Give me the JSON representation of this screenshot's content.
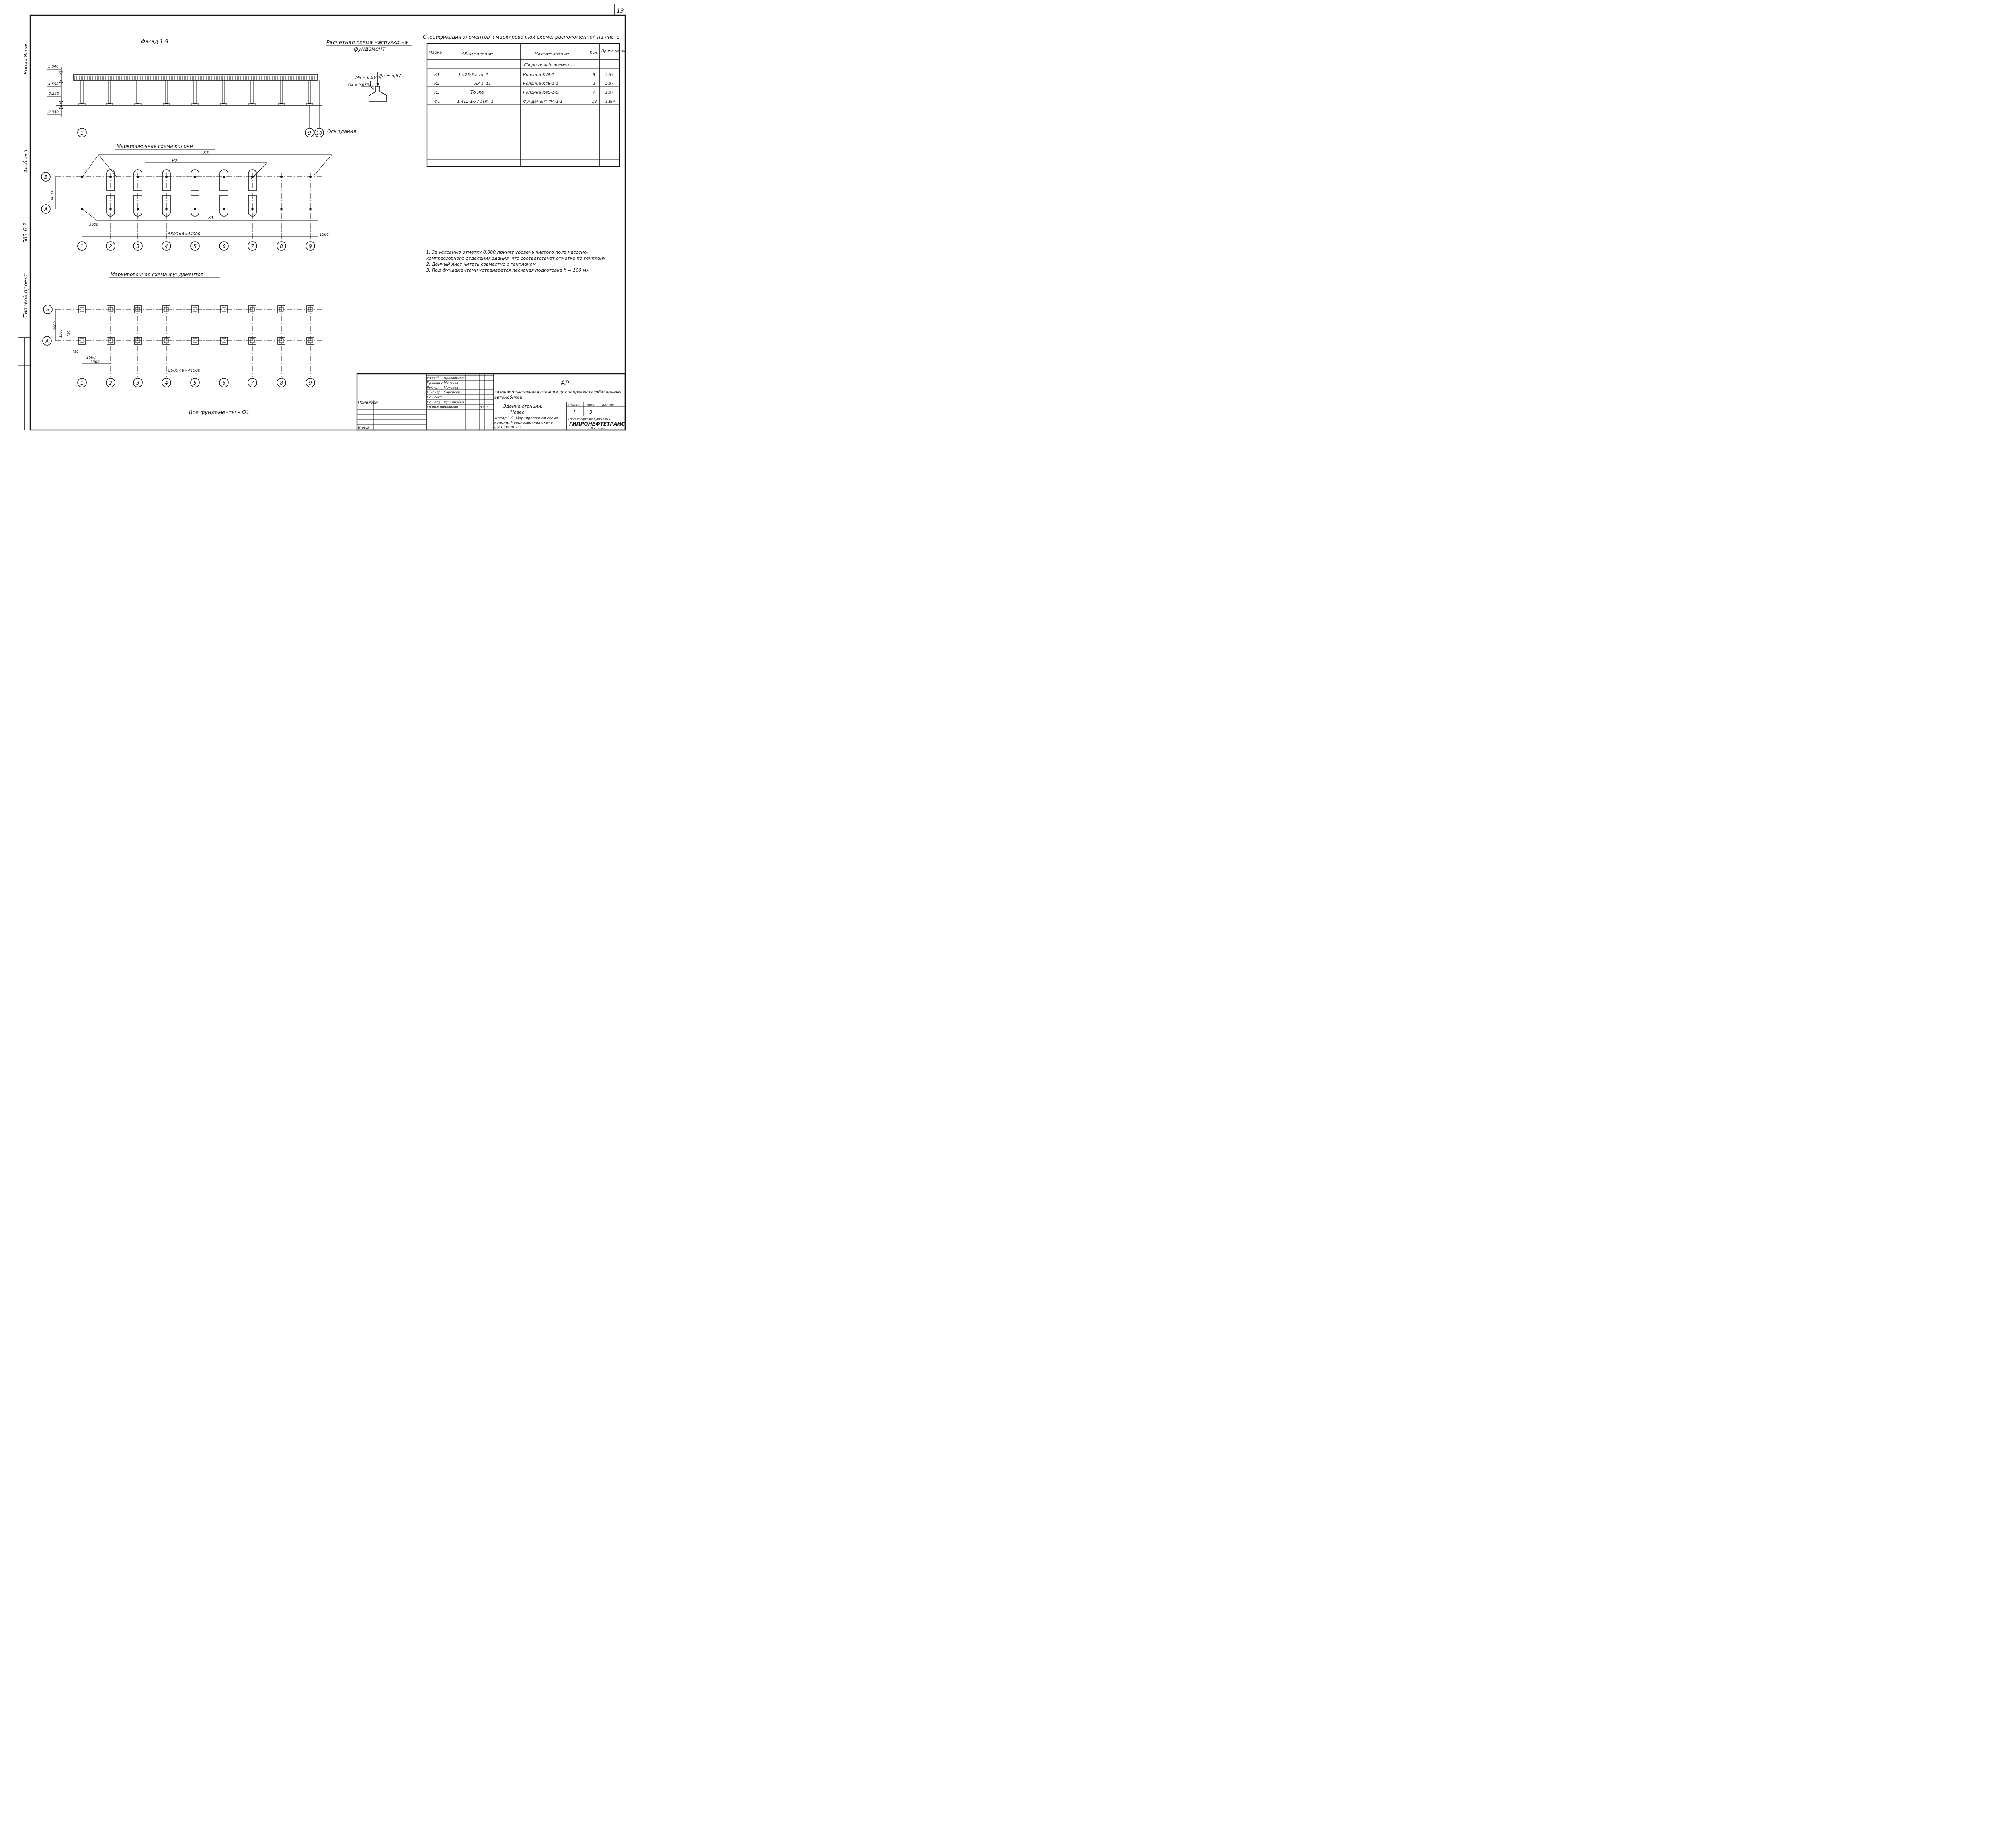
{
  "sheet_number": "13",
  "side_labels": [
    "Типовой проект",
    "503-6-2",
    "Альбом II",
    "Копия Ясная"
  ],
  "facade": {
    "title": "Фасад 1-9",
    "levels": [
      "5.040",
      "4.550",
      "-0.250",
      "-0.550"
    ],
    "axes": [
      "1",
      "9",
      "10"
    ],
    "axis_note": "Ось здания"
  },
  "load_scheme": {
    "title_line1": "Расчетная схема нагрузки на",
    "title_line2": "фундамент",
    "mx": "Mx = 0,56тм",
    "pv": "Pв = 5,67 т",
    "qx": "Qx = 0,075т"
  },
  "column_scheme": {
    "title": "Маркировочная схема колонн",
    "axes_x": [
      "1",
      "2",
      "3",
      "4",
      "5",
      "6",
      "7",
      "8",
      "9"
    ],
    "axes_y": [
      "Б",
      "А"
    ],
    "marks": [
      "К3",
      "К2",
      "К1"
    ],
    "dim_y": "6000",
    "dim_step": "5500",
    "dim_total": "5500×8=44000",
    "dim_end": "1500"
  },
  "foundation_scheme": {
    "title": "Маркировочная схема фундаментов",
    "axes_x": [
      "1",
      "2",
      "3",
      "4",
      "5",
      "6",
      "7",
      "8",
      "9"
    ],
    "axes_y": [
      "Б",
      "А"
    ],
    "dim_y": "6000",
    "dim_a": "1500",
    "dim_b": "750",
    "dim_c": "750",
    "dim_d": "1500",
    "dim_step": "5500",
    "dim_total": "5500×8=44000",
    "note": "Все фундаменты – Ф1"
  },
  "spec": {
    "title": "Спецификация элементов к маркировочной схеме, расположенной на листе",
    "headers": [
      "Марка",
      "Обозначение",
      "Наименование",
      "Кол.",
      "Приме-чание"
    ],
    "section": "Сборные ж.б. элементы",
    "rows": [
      {
        "mark": "К1",
        "code": "1.423-3 вып. 1",
        "name": "Колонна К48-1",
        "qty": "9",
        "note": "2,3т"
      },
      {
        "mark": "К2",
        "code": "АР л. 11",
        "name": "Колонна К48-1-1",
        "qty": "2",
        "note": "2,3т"
      },
      {
        "mark": "К3",
        "code": "То же",
        "name": "Колонна К48-1-8",
        "qty": "7",
        "note": "2,3т"
      },
      {
        "mark": "Ф1",
        "code": "1.412-1/77 вып. 1",
        "name": "Фундамент ФА-1-1",
        "qty": "18",
        "note": "1,6м³"
      }
    ]
  },
  "notes": [
    "1. За условную отметку 0.000 принят уровень чистого пола насосно-компрессорного отделения здания, что соответствует отметке по генплану",
    "2. Данный лист читать совместно с генпланом",
    "3. Под фундаментами устраивается песчаная подготовка h = 100 мм"
  ],
  "stamp": {
    "code": "АР",
    "project": "Газонаполнительная станция для заправки газобаллонных автомобилей",
    "object_line1": "Здание станции.",
    "object_line2": "Навес",
    "sheet_desc": "Фасад 1-9. Маркировочная схема колонн. Маркировочная схема фундаментов",
    "stage_label": "Стадия",
    "sheet_label": "Лист",
    "sheets_label": "Листов",
    "stage": "Р",
    "sheet": "9",
    "org_line1": "Госкомнефтепродукт РСФСР",
    "org_line2": "ГИПРОНЕФТЕТРАНС",
    "org_line3": "г. Волгоград",
    "tied": "Привязан",
    "inv": "Инв.№",
    "roles": [
      {
        "role": "Разраб.",
        "name": "Прокофьева"
      },
      {
        "role": "Проверил",
        "name": "Моисеев"
      },
      {
        "role": "Рук.гр.",
        "name": "Моисеев"
      },
      {
        "role": "Н.контр.",
        "name": "Саркисян"
      },
      {
        "role": "Нач.сект.",
        "name": ""
      },
      {
        "role": "Нач.отд.",
        "name": "Кузьмичёва"
      },
      {
        "role": "Гл.инж.пр.",
        "name": "Новиков"
      }
    ],
    "date": "08.91"
  }
}
